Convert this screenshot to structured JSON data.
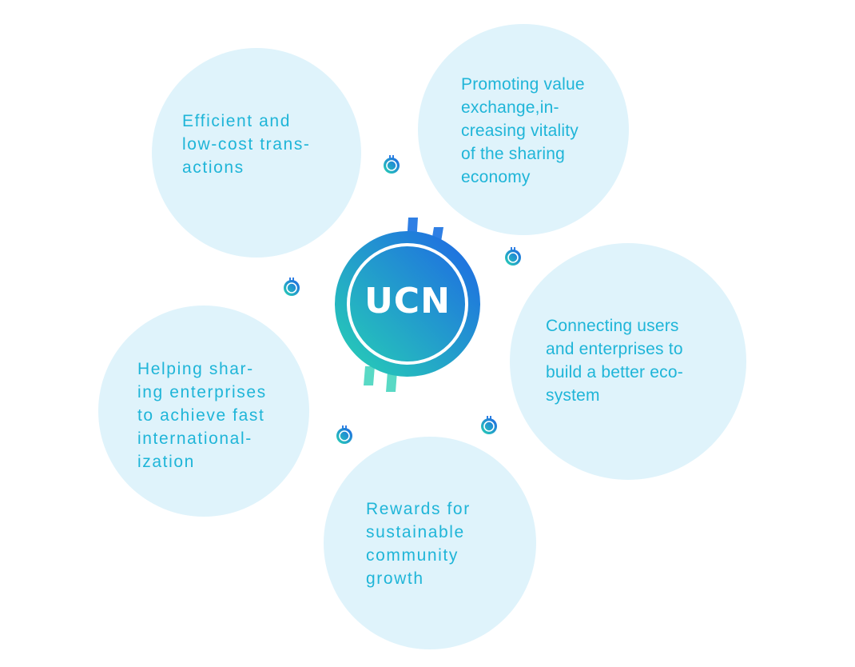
{
  "hub": {
    "label": "UCN",
    "gradient_start": "#27d3b3",
    "gradient_end": "#1e64e6",
    "top_prong_color": "#2f7fe4",
    "bottom_prong_color": "#59d9c5"
  },
  "bubble_color": "#dff3fb",
  "text_color": "#1fb5d8",
  "benefits": {
    "low_cost": "Efficient and\nlow-cost trans-\nactions",
    "value_exchange": "Promoting value\nexchange,in-\ncreasing vitality\nof the sharing\neconomy",
    "connecting": "Connecting users\nand enterprises to\nbuild a better eco-\nsystem",
    "rewards": "Rewards for\nsustainable\ncommunity\ngrowth",
    "internationalization": "Helping shar-\ning enterprises\nto achieve fast\ninternational-\nization"
  },
  "connector_icons": [
    "coin-icon",
    "coin-icon",
    "coin-icon",
    "coin-icon",
    "coin-icon"
  ]
}
